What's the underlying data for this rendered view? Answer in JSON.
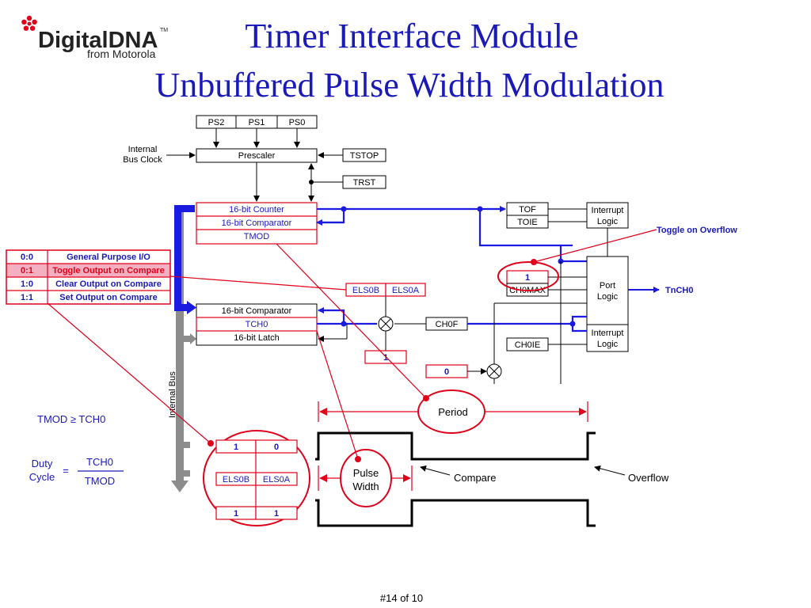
{
  "logo": {
    "brand": "DigitalDNA",
    "tm": "TM",
    "sub": "from Motorola"
  },
  "title": {
    "line1": "Timer Interface Module",
    "line2": "Unbuffered Pulse Width Modulation"
  },
  "prescale_bits": [
    "PS2",
    "PS1",
    "PS0"
  ],
  "clock_label": [
    "Internal",
    "Bus Clock"
  ],
  "prescaler": "Prescaler",
  "tstop": "TSTOP",
  "trst": "TRST",
  "counter_block": {
    "counter": "16-bit Counter",
    "comparator": "16-bit Comparator",
    "tmod": "TMOD"
  },
  "channel_block": {
    "comparator": "16-bit Comparator",
    "tch": "TCH0",
    "latch": "16-bit Latch"
  },
  "tof": "TOF",
  "toie": "TOIE",
  "interrupt_logic": [
    "Interrupt",
    "Logic"
  ],
  "toggle_on_overflow": "Toggle on Overflow",
  "ch0max": "CH0MAX",
  "ch0max_value": "1",
  "port_logic": [
    "Port",
    "Logic"
  ],
  "tnch0": "TnCH0",
  "els": {
    "b": "ELS0B",
    "a": "ELS0A"
  },
  "ch0f": "CH0F",
  "ch0ie": "CH0IE",
  "one_box": "1",
  "zero_box": "0",
  "internal_bus": "Internal Bus",
  "mode_table": [
    {
      "code": "0:0",
      "desc": "General Purpose I/O"
    },
    {
      "code": "0:1",
      "desc": "Toggle Output on Compare"
    },
    {
      "code": "1:0",
      "desc": "Clear Output on Compare"
    },
    {
      "code": "1:1",
      "desc": "Set Output on Compare"
    }
  ],
  "cond": "TMOD ≥ TCH0",
  "duty": {
    "label1": "Duty",
    "label2": "Cycle",
    "eq": "=",
    "num": "TCH0",
    "den": "TMOD"
  },
  "els_small_table": {
    "top": [
      "1",
      "0"
    ],
    "mid": [
      "ELS0B",
      "ELS0A"
    ],
    "bottom": [
      "1",
      "1"
    ]
  },
  "wave_labels": {
    "period": "Period",
    "pulse": [
      "Pulse",
      "Width"
    ],
    "compare": "Compare",
    "overflow": "Overflow"
  },
  "footer": "#14 of 10",
  "colors": {
    "title_blue": "#1a1ab8",
    "wire_blue": "#1a1ae0",
    "red": "#e0001a",
    "highlight_pink": "#f4b0c0",
    "bus_gray": "#8c8c8c"
  }
}
